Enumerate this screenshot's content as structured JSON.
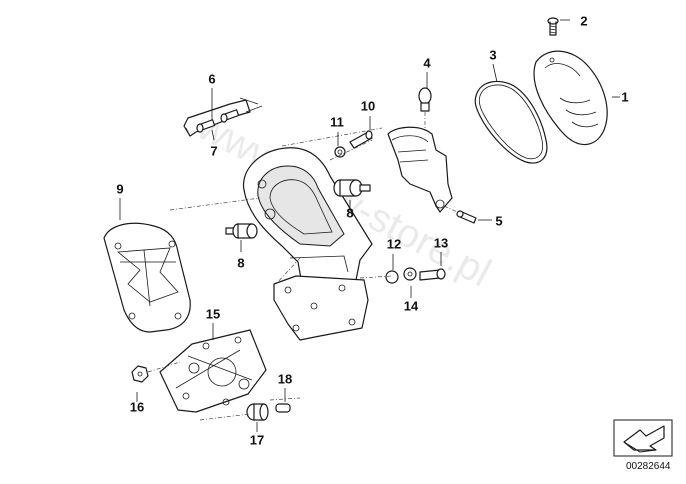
{
  "labels": {
    "p1": "1",
    "p2": "2",
    "p3": "3",
    "p4": "4",
    "p5": "5",
    "p6": "6",
    "p7": "7",
    "p8a": "8",
    "p8b": "8",
    "p9": "9",
    "p10": "10",
    "p11": "11",
    "p12": "12",
    "p13": "13",
    "p14": "14",
    "p15": "15",
    "p16": "16",
    "p17": "17",
    "p18": "18"
  },
  "watermark": "www.bmw-store.pl",
  "reference_number": "00282644",
  "icons": {
    "corner": "direction-arrow-icon"
  }
}
